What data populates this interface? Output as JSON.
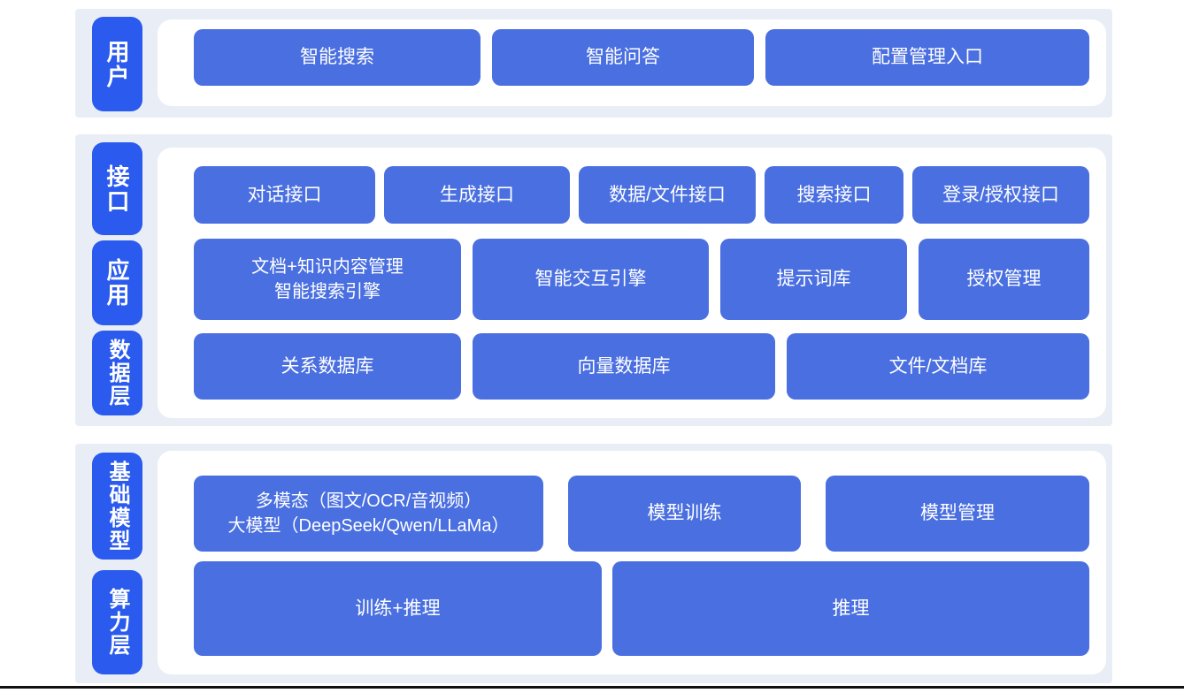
{
  "colors": {
    "band_bg": "#e9eef6",
    "panel_bg": "#ffffff",
    "pill_bg": "#2a5aee",
    "box_bg": "#4a6fe0",
    "box_text": "#ffffff",
    "bottom_rule": "#111111"
  },
  "sections": [
    {
      "name": "user-layer",
      "labels": [
        {
          "text": "用户"
        }
      ],
      "rows": [
        {
          "boxes": [
            {
              "text": "智能搜索"
            },
            {
              "text": "智能问答"
            },
            {
              "text": "配置管理入口"
            }
          ]
        }
      ]
    },
    {
      "name": "interface-app-data-layer",
      "labels": [
        {
          "text": "接口"
        },
        {
          "text": "应用"
        },
        {
          "text": "数据层"
        }
      ],
      "rows": [
        {
          "boxes": [
            {
              "text": "对话接口"
            },
            {
              "text": "生成接口"
            },
            {
              "text": "数据/文件接口"
            },
            {
              "text": "搜索接口"
            },
            {
              "text": "登录/授权接口"
            }
          ]
        },
        {
          "boxes": [
            {
              "text": "文档+知识内容管理\n智能搜索引擎"
            },
            {
              "text": "智能交互引擎"
            },
            {
              "text": "提示词库"
            },
            {
              "text": "授权管理"
            }
          ]
        },
        {
          "boxes": [
            {
              "text": "关系数据库"
            },
            {
              "text": "向量数据库"
            },
            {
              "text": "文件/文档库"
            }
          ]
        }
      ]
    },
    {
      "name": "foundation-compute-layer",
      "labels": [
        {
          "text": "基础模型"
        },
        {
          "text": "算力层"
        }
      ],
      "rows": [
        {
          "boxes": [
            {
              "text": "多模态（图文/OCR/音视频）\n大模型（DeepSeek/Qwen/LLaMa）"
            },
            {
              "text": "模型训练"
            },
            {
              "text": "模型管理"
            }
          ]
        },
        {
          "boxes": [
            {
              "text": "训练+推理"
            },
            {
              "text": "推理"
            }
          ]
        }
      ]
    }
  ]
}
